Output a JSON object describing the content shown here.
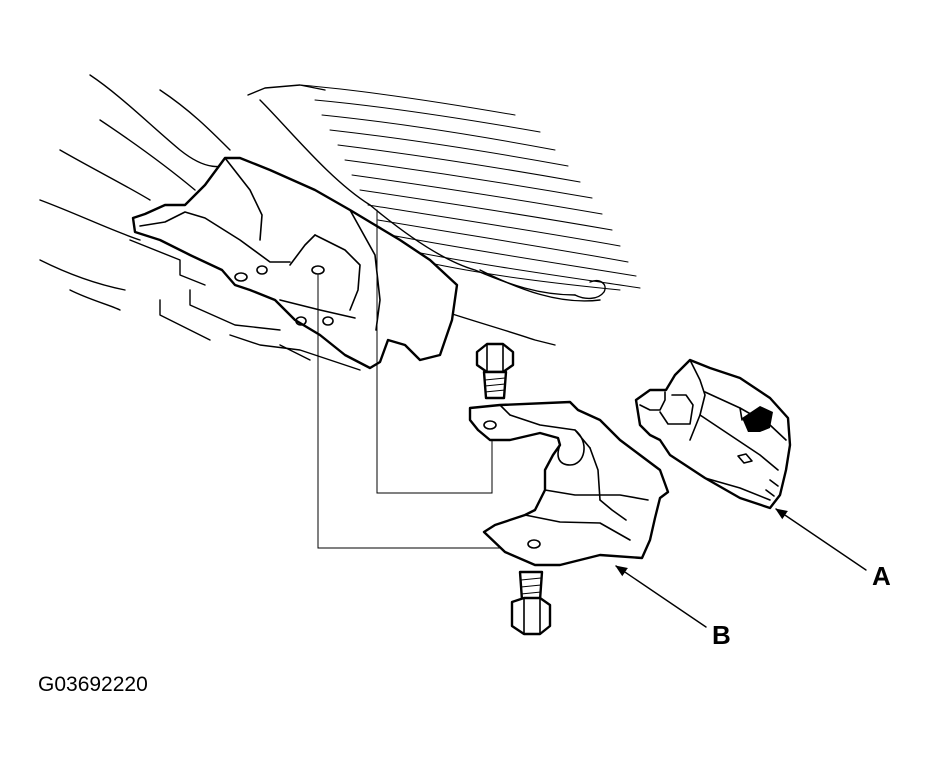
{
  "callouts": {
    "a": "A",
    "b": "B"
  },
  "figure_code": "G03692220",
  "colors": {
    "line": "#000000",
    "background": "#ffffff"
  }
}
